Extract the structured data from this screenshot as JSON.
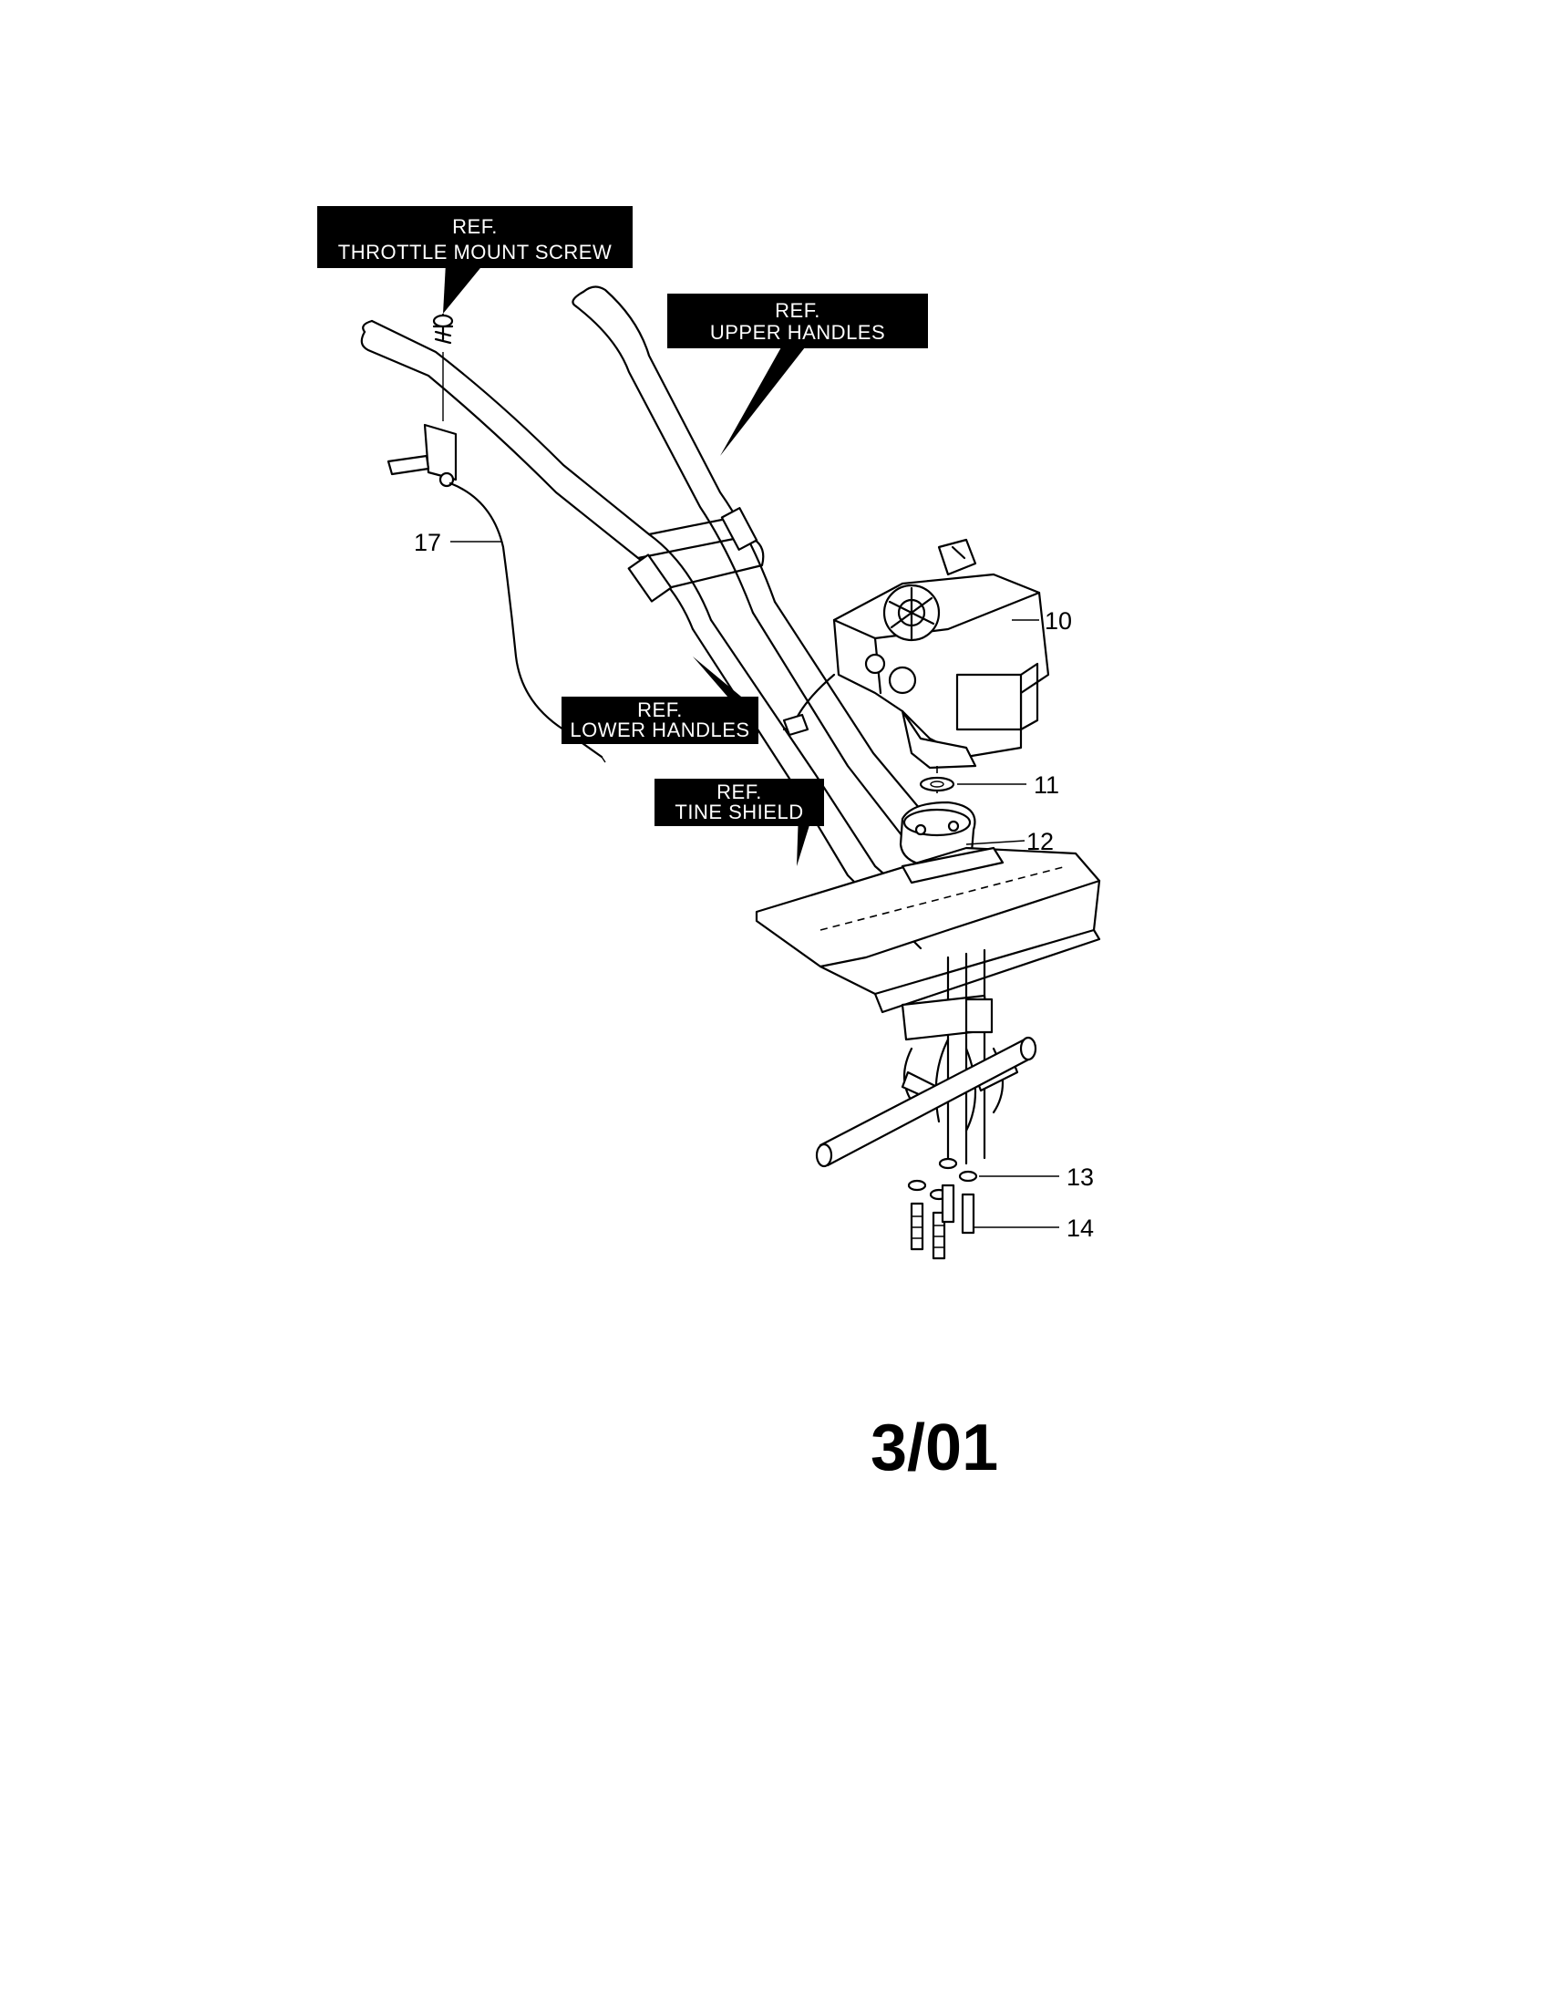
{
  "callouts": {
    "throttle_mount_screw": {
      "line1": "REF.",
      "line2": "THROTTLE MOUNT SCREW"
    },
    "upper_handles": {
      "line1": "REF.",
      "line2": "UPPER HANDLES"
    },
    "lower_handles": {
      "line1": "REF.",
      "line2": "LOWER HANDLES"
    },
    "tine_shield": {
      "line1": "REF.",
      "line2": "TINE SHIELD"
    }
  },
  "part_numbers": {
    "p17": "17",
    "p10": "10",
    "p11": "11",
    "p12": "12",
    "p13": "13",
    "p14": "14"
  },
  "footer": {
    "date_code": "3/01"
  }
}
